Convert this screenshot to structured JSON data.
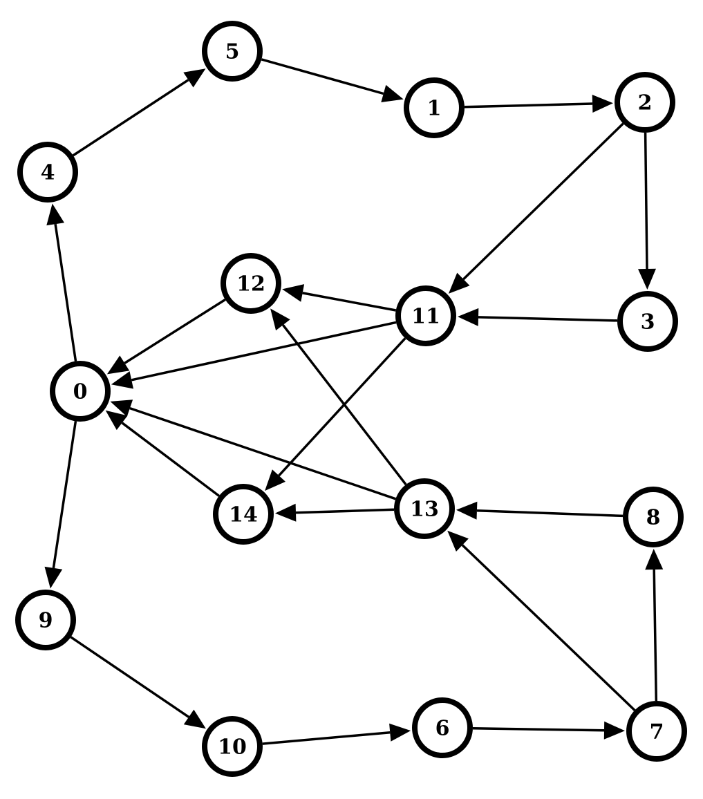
{
  "graph": {
    "directed": true,
    "colors": {
      "node_stroke": "#000000",
      "node_fill": "#ffffff",
      "edge": "#000000",
      "label": "#000000"
    },
    "nodes": [
      {
        "id": "0",
        "label": "0"
      },
      {
        "id": "1",
        "label": "1"
      },
      {
        "id": "2",
        "label": "2"
      },
      {
        "id": "3",
        "label": "3"
      },
      {
        "id": "4",
        "label": "4"
      },
      {
        "id": "5",
        "label": "5"
      },
      {
        "id": "6",
        "label": "6"
      },
      {
        "id": "7",
        "label": "7"
      },
      {
        "id": "8",
        "label": "8"
      },
      {
        "id": "9",
        "label": "9"
      },
      {
        "id": "10",
        "label": "10"
      },
      {
        "id": "11",
        "label": "11"
      },
      {
        "id": "12",
        "label": "12"
      },
      {
        "id": "13",
        "label": "13"
      },
      {
        "id": "14",
        "label": "14"
      }
    ],
    "edges": [
      {
        "from": "0",
        "to": "4"
      },
      {
        "from": "4",
        "to": "5"
      },
      {
        "from": "5",
        "to": "1"
      },
      {
        "from": "1",
        "to": "2"
      },
      {
        "from": "2",
        "to": "11"
      },
      {
        "from": "2",
        "to": "3"
      },
      {
        "from": "3",
        "to": "11"
      },
      {
        "from": "11",
        "to": "12"
      },
      {
        "from": "11",
        "to": "0"
      },
      {
        "from": "11",
        "to": "14"
      },
      {
        "from": "12",
        "to": "0"
      },
      {
        "from": "13",
        "to": "12"
      },
      {
        "from": "13",
        "to": "0"
      },
      {
        "from": "13",
        "to": "14"
      },
      {
        "from": "14",
        "to": "0"
      },
      {
        "from": "8",
        "to": "13"
      },
      {
        "from": "7",
        "to": "13"
      },
      {
        "from": "7",
        "to": "8"
      },
      {
        "from": "0",
        "to": "9"
      },
      {
        "from": "9",
        "to": "10"
      },
      {
        "from": "10",
        "to": "6"
      },
      {
        "from": "6",
        "to": "7"
      }
    ]
  }
}
